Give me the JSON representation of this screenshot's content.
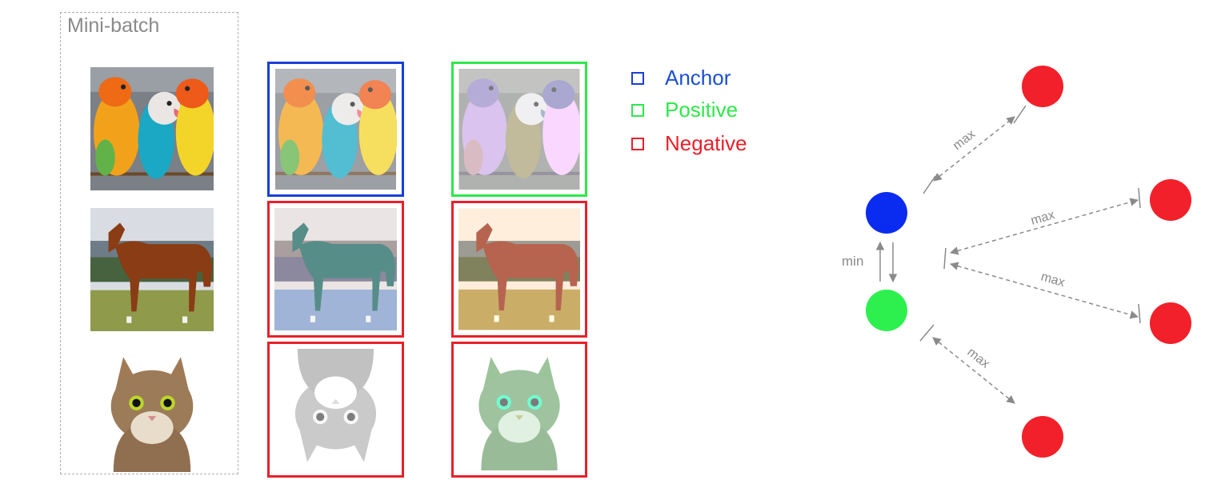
{
  "minibatch": {
    "label": "Mini-batch"
  },
  "legend": {
    "items": [
      {
        "label": "Anchor",
        "color": "#1a4fd6"
      },
      {
        "label": "Positive",
        "color": "#2ee84a"
      },
      {
        "label": "Negative",
        "color": "#e8202a"
      }
    ]
  },
  "images": {
    "rows": [
      {
        "subject": "parrots",
        "original": "original-parrots",
        "view1": {
          "role": "Anchor",
          "style": "color-jitter-faded"
        },
        "view2": {
          "role": "Positive",
          "style": "purple-tint"
        }
      },
      {
        "subject": "horse",
        "original": "original-horse",
        "view1": {
          "role": "Negative",
          "style": "teal-tint"
        },
        "view2": {
          "role": "Negative",
          "style": "red-tint"
        }
      },
      {
        "subject": "cat",
        "original": "original-cat",
        "view1": {
          "role": "Negative",
          "style": "grayscale-flipped"
        },
        "view2": {
          "role": "Negative",
          "style": "green-tint"
        }
      }
    ]
  },
  "graph": {
    "min_label": "min",
    "max_label": "max",
    "node_colors": {
      "anchor": "#0a2cf0",
      "positive": "#2df04f",
      "negative": "#f2202a"
    }
  }
}
